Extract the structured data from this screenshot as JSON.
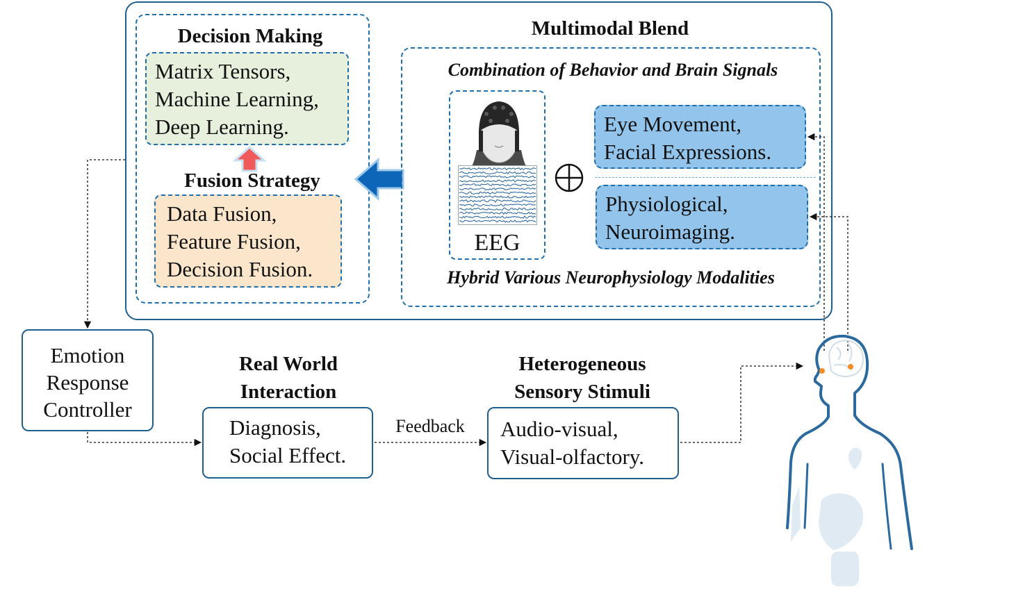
{
  "decision_making": {
    "title": "Decision Making",
    "lines": [
      "Matrix Tensors,",
      "Machine Learning,",
      "Deep Learning."
    ]
  },
  "fusion_strategy": {
    "title": "Fusion Strategy",
    "lines": [
      "Data Fusion,",
      "Feature Fusion,",
      "Decision Fusion."
    ]
  },
  "multimodal": {
    "title": "Multimodal Blend",
    "top_caption": "Combination of Behavior and Brain Signals",
    "bottom_caption": "Hybrid Various Neurophysiology Modalities",
    "eeg_label": "EEG",
    "behavior_lines": [
      "Eye Movement,",
      "Facial Expressions."
    ],
    "physio_lines": [
      "Physiological,",
      "Neuroimaging."
    ]
  },
  "controller": {
    "lines": [
      "Emotion",
      "Response",
      "Controller"
    ]
  },
  "real_world": {
    "title_lines": [
      "Real World",
      "Interaction"
    ],
    "lines": [
      "Diagnosis,",
      "Social Effect."
    ]
  },
  "stimuli": {
    "title_lines": [
      "Heterogeneous",
      "Sensory Stimuli"
    ],
    "lines": [
      "Audio-visual,",
      "Visual-olfactory."
    ]
  },
  "feedback_label": "Feedback",
  "colors": {
    "border": "#1f5f8f",
    "dashed": "#1f6fad",
    "decision_fill": "#e6f0dc",
    "fusion_fill": "#fbe6cc",
    "modality_fill": "#93c5ec",
    "blue_arrow": "#0d66b8",
    "red_arrow": "#f05a5a",
    "body_line": "#2a6a9e"
  }
}
